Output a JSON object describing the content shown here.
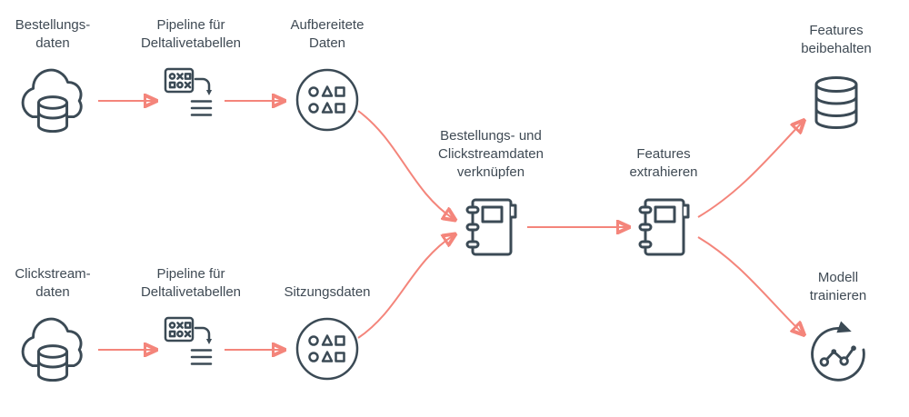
{
  "diagram": {
    "colors": {
      "arrow": "#f4857b",
      "icon": "#3b4a55",
      "text": "#3f4a54",
      "background": "#ffffff"
    },
    "nodes": {
      "orders": {
        "label": "Bestellungs-\ndaten"
      },
      "pipeline_orders": {
        "label": "Pipeline für\nDeltalivetabellen"
      },
      "prepared": {
        "label": "Aufbereitete\nDaten"
      },
      "clickstream": {
        "label": "Clickstream-\ndaten"
      },
      "pipeline_clickstream": {
        "label": "Pipeline für\nDeltalivetabellen"
      },
      "sessions": {
        "label": "Sitzungsdaten"
      },
      "join": {
        "label": "Bestellungs- und\nClickstreamdaten\nverknüpfen"
      },
      "extract": {
        "label": "Features\nextrahieren"
      },
      "persist": {
        "label": "Features\nbeibehalten"
      },
      "train": {
        "label": "Modell\ntrainieren"
      }
    }
  }
}
